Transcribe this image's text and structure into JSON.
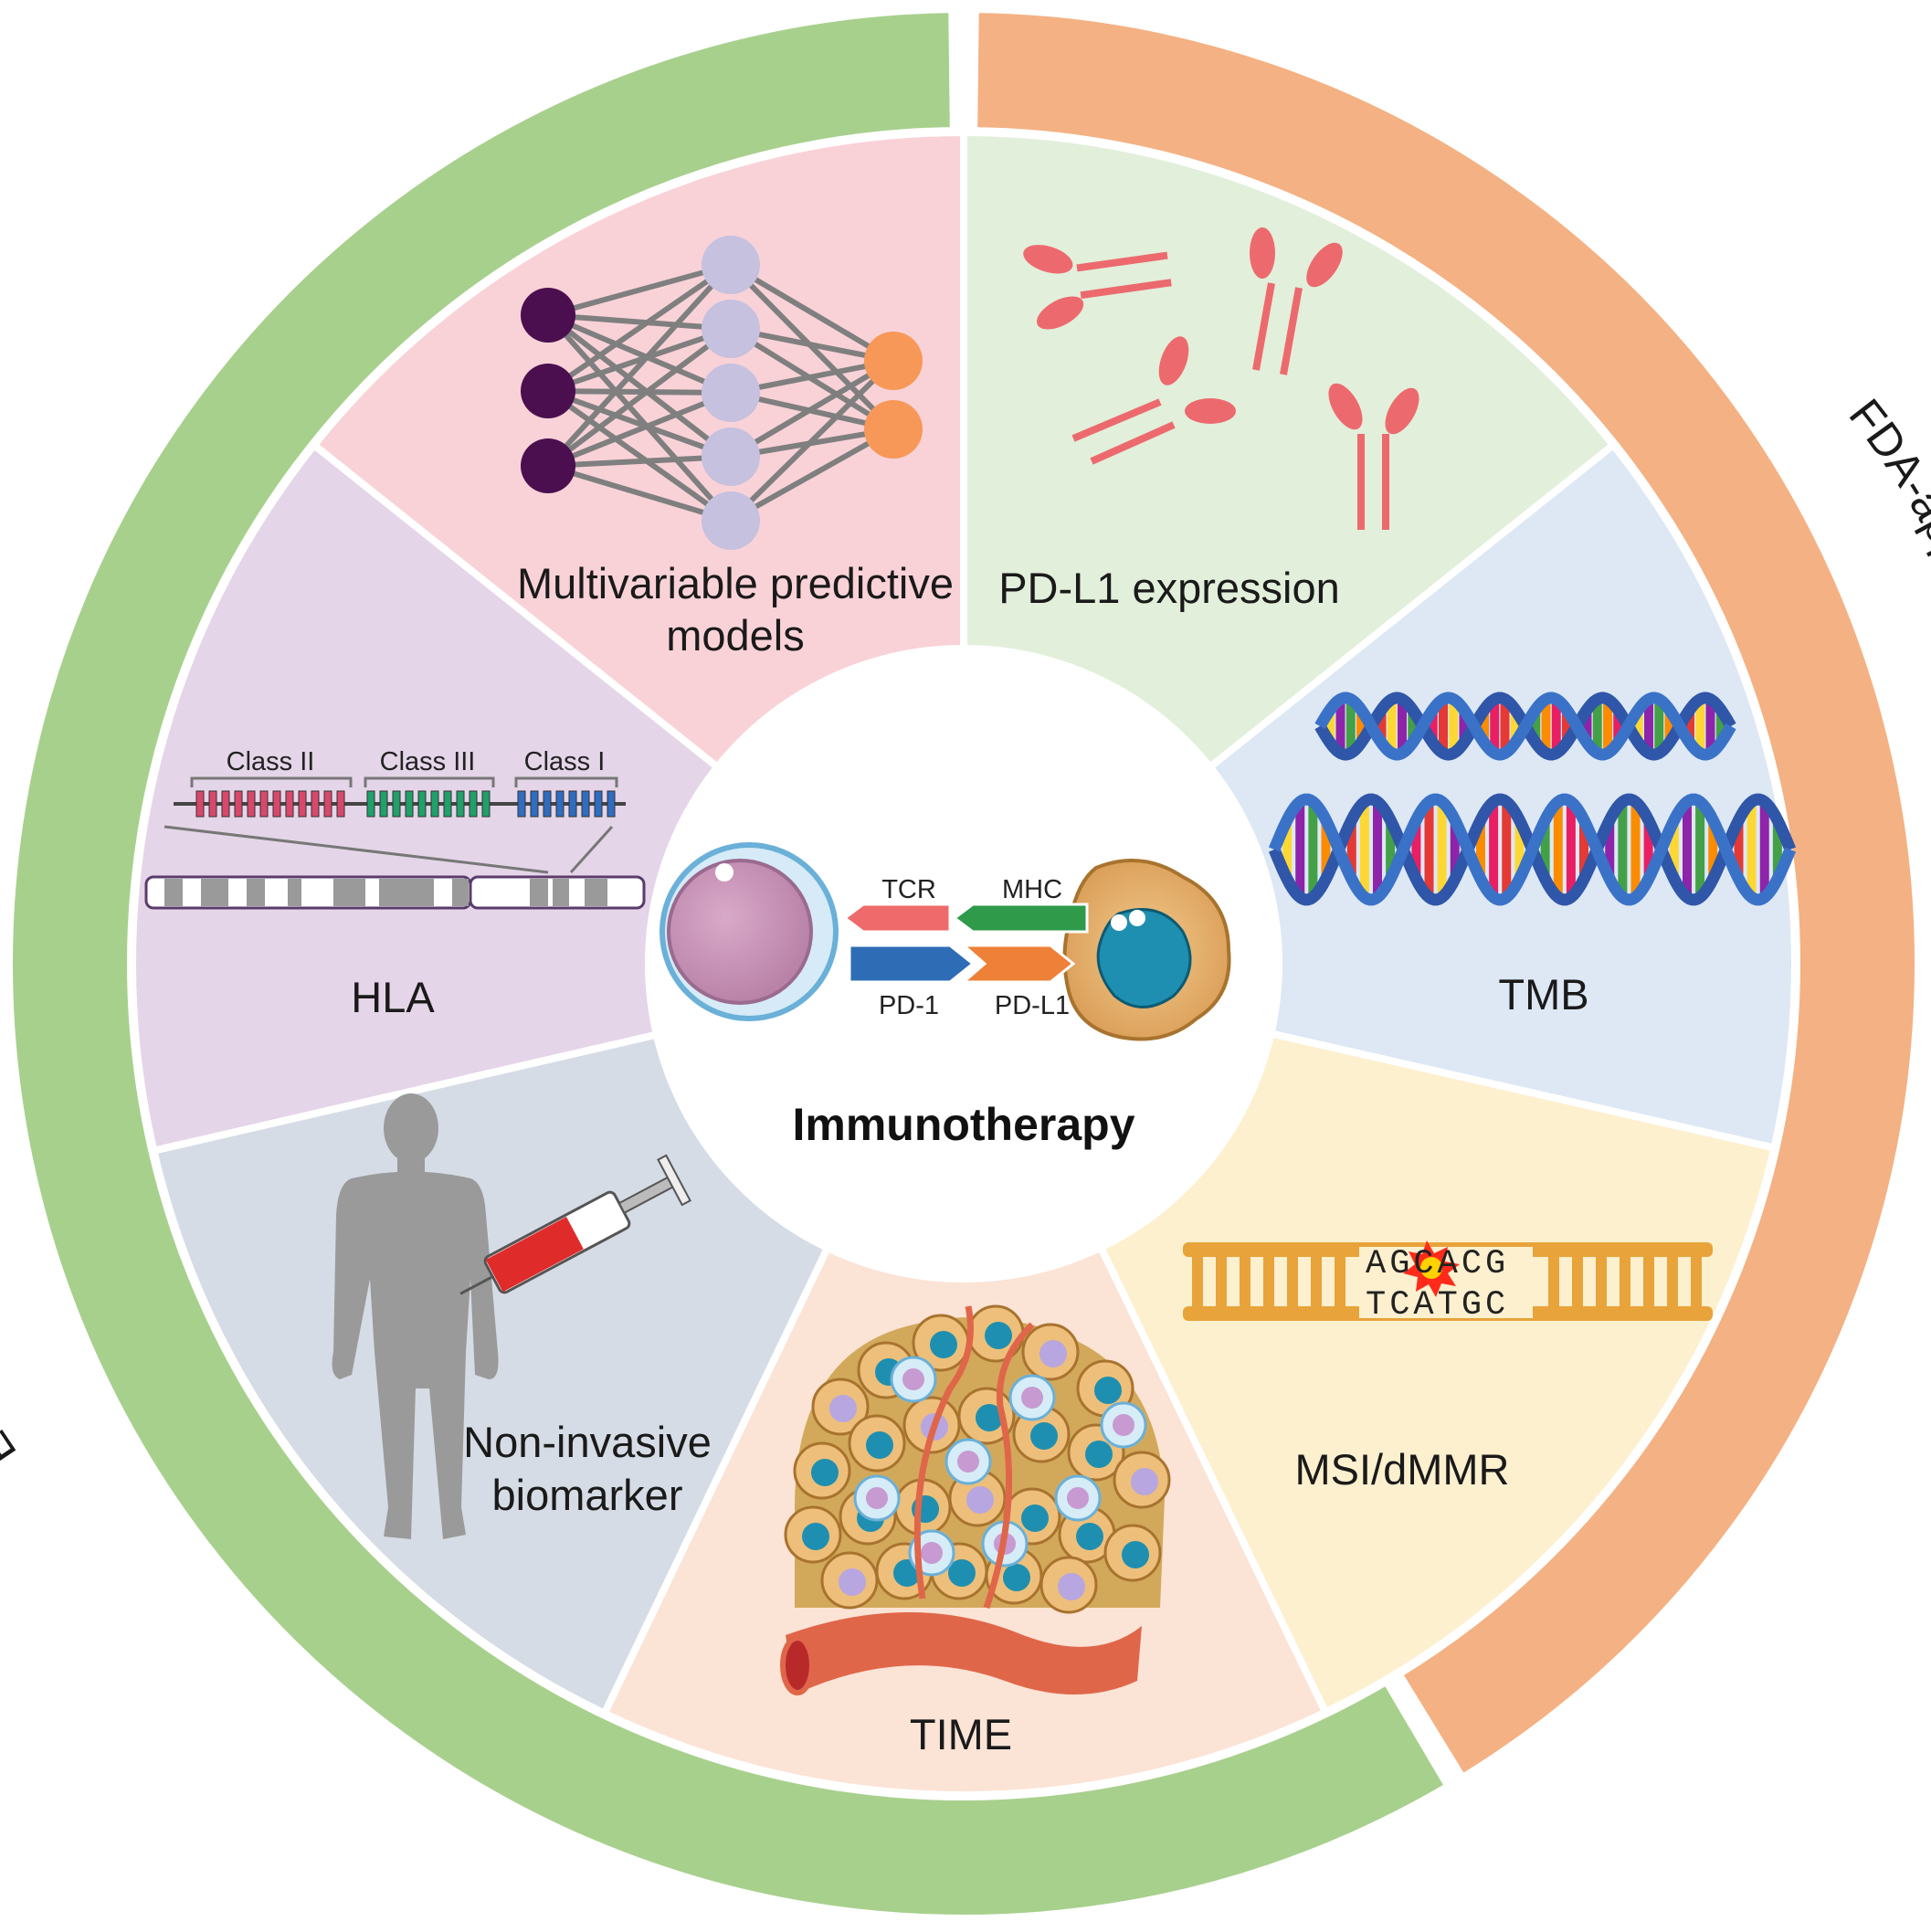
{
  "center": {
    "title": "Immunotherapy",
    "labels": {
      "tcr": "TCR",
      "mhc": "MHC",
      "pd1": "PD-1",
      "pdl1": "PD-L1"
    }
  },
  "ring": {
    "left_label": "Emerging biomarkers",
    "right_label": "FDA-approved biomarkers",
    "colors": {
      "emerging": "#a8d08d",
      "fda": "#f4b183"
    }
  },
  "segments": {
    "multivariable": {
      "line1": "Multivariable predictive",
      "line2": "models",
      "color": "#f9d2d8"
    },
    "pdl1": {
      "label": "PD-L1 expression",
      "color": "#e2efda"
    },
    "tmb": {
      "label": "TMB",
      "color": "#dde8f4"
    },
    "msi": {
      "label": "MSI/dMMR",
      "color": "#fdf0cf",
      "seq_top": "AGCACG",
      "seq_bottom": "TCATGC",
      "mutated_base": "C"
    },
    "time": {
      "label": "TIME",
      "color": "#fbe3d5"
    },
    "noninvasive": {
      "line1": "Non-invasive",
      "line2": "biomarker",
      "color": "#d6dce5"
    },
    "hla": {
      "label": "HLA",
      "color": "#e5d5e8",
      "class2": "Class II",
      "class3": "Class III",
      "class1": "Class I"
    }
  }
}
